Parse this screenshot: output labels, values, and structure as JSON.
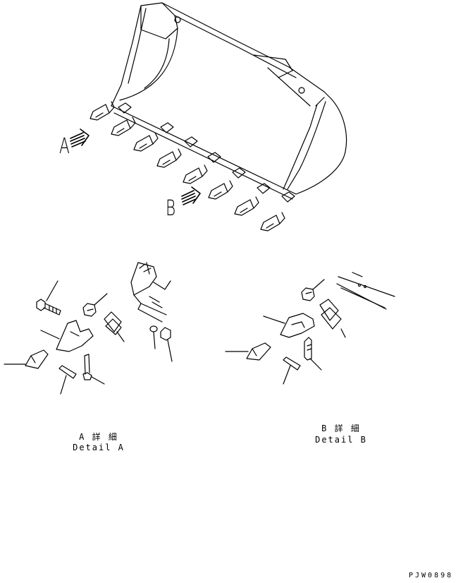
{
  "view_labels": {
    "a": "A",
    "b": "B"
  },
  "detail_a": {
    "title_jp": "A 詳 細",
    "title_en": "Detail A"
  },
  "detail_b": {
    "title_jp": "B 詳 細",
    "title_en": "Detail B"
  },
  "drawing_number": "PJW0898",
  "colors": {
    "line": "#000000",
    "background": "#ffffff"
  }
}
